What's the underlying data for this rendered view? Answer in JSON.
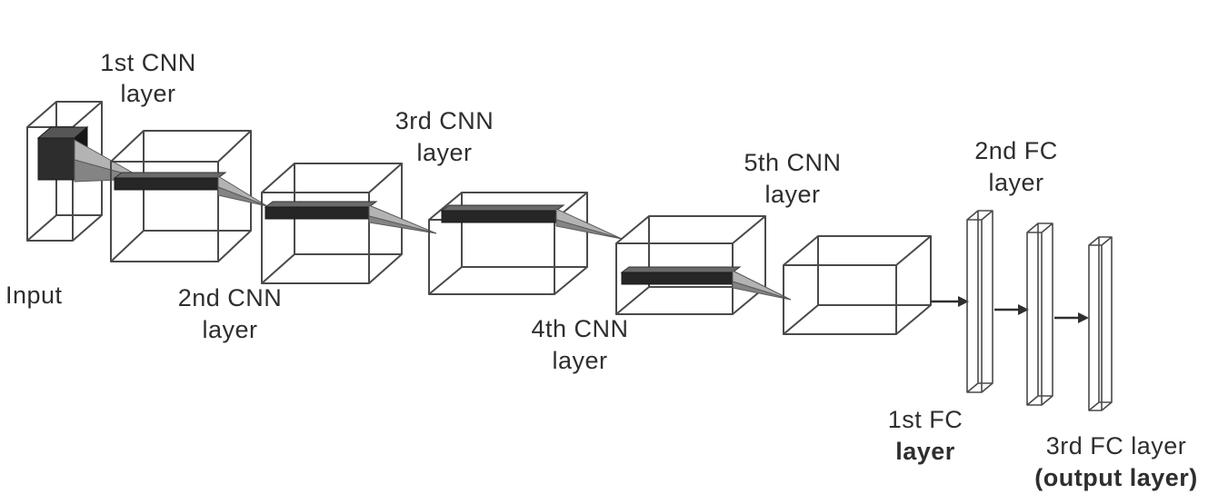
{
  "diagram": {
    "description": "CNN architecture diagram with five convolutional layers and three fully connected layers",
    "colors": {
      "background": "#ffffff",
      "wireframe_stroke": "#4a4a4a",
      "dark_fill": "#262626",
      "cone_fill": "#b3b3b3",
      "text": "#2e2e2e"
    },
    "labels": {
      "input": {
        "line1": "Input"
      },
      "cnn1": {
        "line1": "1st CNN",
        "line2": "layer"
      },
      "cnn2": {
        "line1": "2nd CNN",
        "line2": "layer"
      },
      "cnn3": {
        "line1": "3rd CNN",
        "line2": "layer"
      },
      "cnn4": {
        "line1": "4th CNN",
        "line2": "layer"
      },
      "cnn5": {
        "line1": "5th CNN",
        "line2": "layer"
      },
      "fc1": {
        "line1": "1st FC",
        "line2": "layer"
      },
      "fc2": {
        "line1": "2nd FC",
        "line2": "layer"
      },
      "fc3": {
        "line1": "3rd FC layer",
        "line2": "(output layer)"
      }
    }
  }
}
